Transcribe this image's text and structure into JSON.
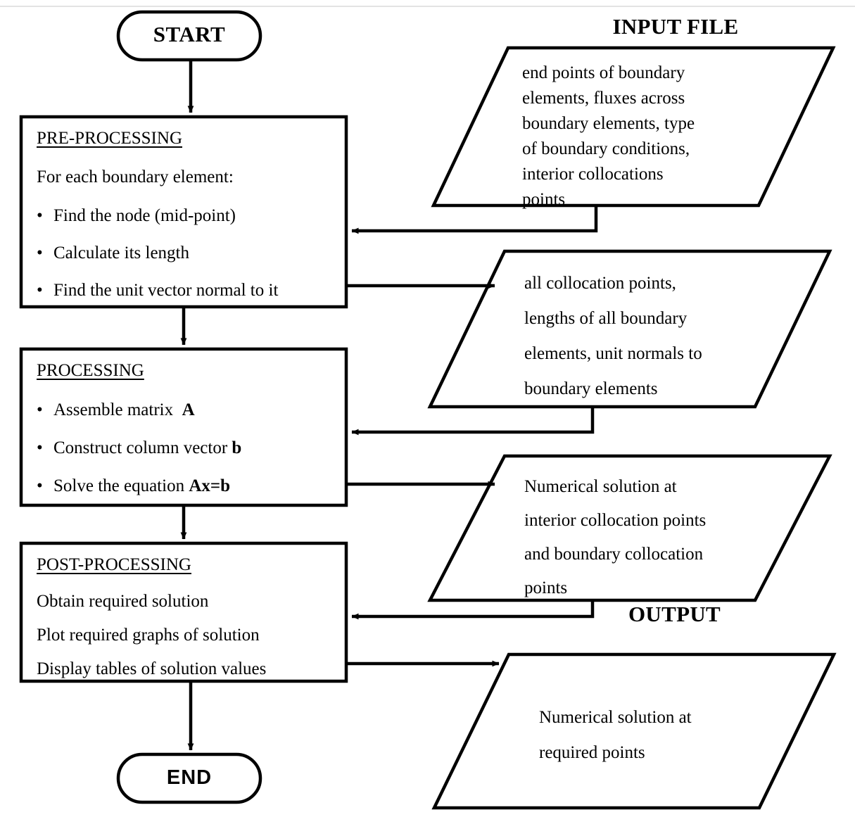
{
  "diagram": {
    "title": "BEM solution procedure flowchart",
    "type": "flowchart",
    "stroke_color": "#000000",
    "background_color": "#ffffff"
  },
  "captions": {
    "input_file": "INPUT FILE",
    "output": "OUTPUT"
  },
  "terminals": {
    "start": "START",
    "end": "END"
  },
  "process_boxes": [
    {
      "id": "pre-processing",
      "heading": "PRE-PROCESSING",
      "intro": "For each boundary element:",
      "bullets": [
        "Find the node (mid-point)",
        "Calculate its length",
        "Find the unit vector normal to it"
      ]
    },
    {
      "id": "processing",
      "heading": "PROCESSING",
      "bullets": [
        "Assemble matrix  A",
        "Construct column vector b",
        "Solve the equation Ax=b"
      ]
    },
    {
      "id": "post-processing",
      "heading": "POST-PROCESSING",
      "lines": [
        "Obtain required solution",
        "Plot required graphs of solution",
        "Display tables of solution values"
      ]
    }
  ],
  "data_shapes": [
    {
      "id": "input-file-data",
      "lines": [
        "end points of boundary",
        "elements, fluxes across",
        "boundary elements, type",
        "of boundary conditions,",
        "interior collocations",
        "points"
      ]
    },
    {
      "id": "preprocessing-output-data",
      "lines": [
        "all collocation points,",
        "lengths of all boundary",
        "elements, unit normals to",
        "boundary elements"
      ]
    },
    {
      "id": "processing-output-data",
      "lines": [
        "Numerical solution at",
        "interior collocation points",
        "and boundary collocation",
        "points"
      ]
    },
    {
      "id": "final-output-data",
      "lines": [
        "Numerical solution at",
        "required points"
      ]
    }
  ],
  "connectors": [
    {
      "from": "start",
      "to": "pre-processing",
      "kind": "arrow-down"
    },
    {
      "from": "input-file-data",
      "to": "pre-processing",
      "kind": "arrow-left-into-right-edge"
    },
    {
      "from": "pre-processing",
      "to": "preprocessing-output-data",
      "kind": "arrow-right"
    },
    {
      "from": "pre-processing",
      "to": "processing",
      "kind": "arrow-down"
    },
    {
      "from": "preprocessing-output-data",
      "to": "processing",
      "kind": "arrow-left-into-right-edge"
    },
    {
      "from": "processing",
      "to": "processing-output-data",
      "kind": "arrow-right"
    },
    {
      "from": "processing",
      "to": "post-processing",
      "kind": "arrow-down"
    },
    {
      "from": "processing-output-data",
      "to": "post-processing",
      "kind": "arrow-left-into-right-edge"
    },
    {
      "from": "post-processing",
      "to": "final-output-data",
      "kind": "arrow-right"
    },
    {
      "from": "post-processing",
      "to": "end",
      "kind": "arrow-down"
    }
  ]
}
